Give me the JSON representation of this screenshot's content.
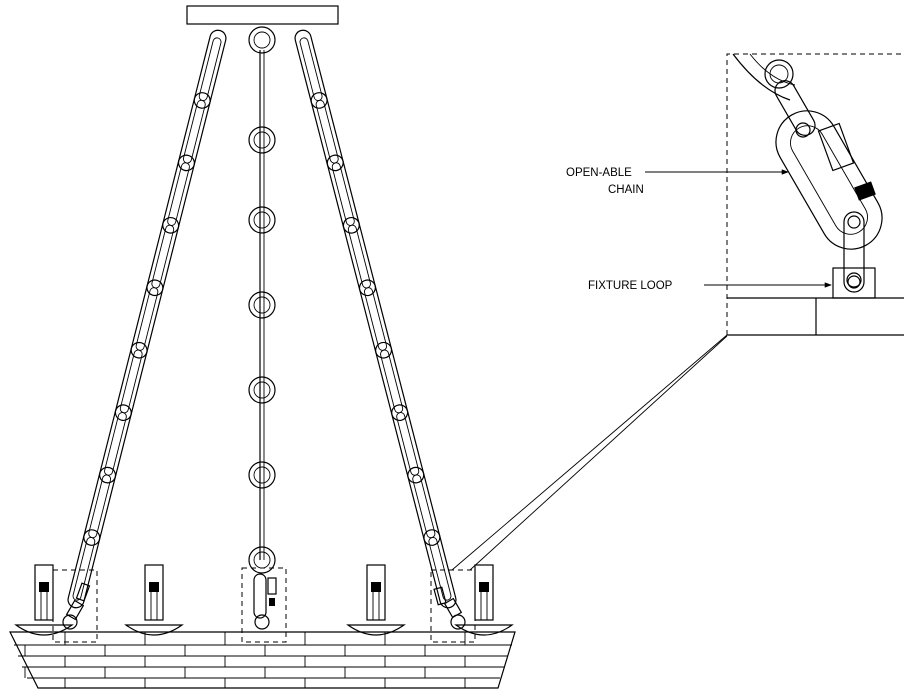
{
  "callouts": {
    "openable_chain_line1": "OPEN-ABLE",
    "openable_chain_line2": "CHAIN",
    "fixture_loop": "FIXTURE LOOP"
  },
  "colors": {
    "line": "#000000",
    "background": "#ffffff"
  }
}
